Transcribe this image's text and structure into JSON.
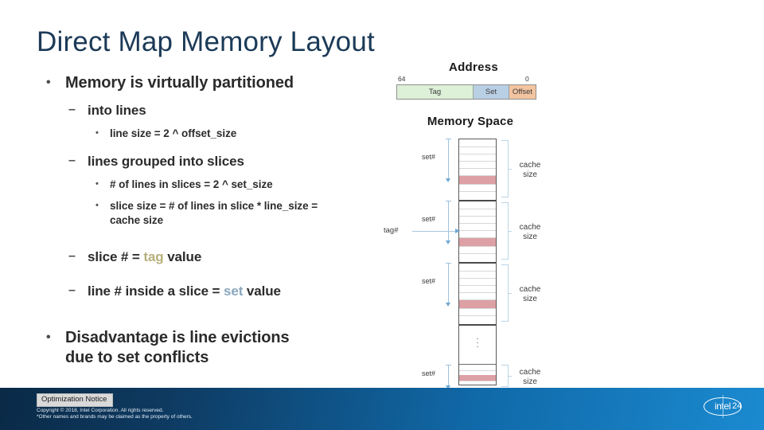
{
  "slide": {
    "title": "Direct Map Memory Layout",
    "page_number": "24"
  },
  "colors": {
    "title": "#1b3a57",
    "tag_keyword": "#b5b07a",
    "set_keyword": "#8aa7bd",
    "address_tag_fill": "#ddf0d8",
    "address_set_fill": "#b9cfe4",
    "address_offset_fill": "#f3c4a0",
    "highlight_line": "#dda0a4",
    "footer_gradient_start": "#0a2a47",
    "footer_gradient_end": "#1b8ad0"
  },
  "bullets": {
    "b1": "Memory is virtually partitioned",
    "b1_s1": "into lines",
    "b1_s1_i1": "line size = 2 ^ offset_size",
    "b1_s2": "lines grouped into slices",
    "b1_s2_i1": "# of lines in slices = 2 ^ set_size",
    "b1_s2_i2_line1": "slice size = # of lines in slice * line_size =",
    "b1_s2_i2_line2": "cache size",
    "b1_s3_pre": "slice # = ",
    "b1_s3_kw": "tag",
    "b1_s3_post": " value",
    "b1_s4_pre": "line # inside a slice = ",
    "b1_s4_kw": "set",
    "b1_s4_post": " value",
    "b2_line1": "Disadvantage is line evictions",
    "b2_line2": "due to set conflicts",
    "bullet_glyph_l1": "•",
    "bullet_glyph_l2": "–",
    "bullet_glyph_l3": "•"
  },
  "figure": {
    "address_title": "Address",
    "bit_high": "64",
    "bit_low": "0",
    "segments": [
      {
        "label": "Tag"
      },
      {
        "label": "Set"
      },
      {
        "label": "Offset"
      }
    ],
    "memory_space_title": "Memory Space",
    "tag_label": "tag#",
    "set_labels": [
      "set#",
      "set#",
      "set#",
      "set#"
    ],
    "cache_size_label_line1": "cache",
    "cache_size_label_line2": "size",
    "ellipsis_glyph": "·",
    "blocks": [
      {
        "set_label": "set#",
        "cache_label_1": "cache",
        "cache_label_2": "size"
      },
      {
        "set_label": "set#",
        "cache_label_1": "cache",
        "cache_label_2": "size"
      },
      {
        "set_label": "set#",
        "cache_label_1": "cache",
        "cache_label_2": "size"
      },
      {
        "set_label": "set#",
        "cache_label_1": "cache",
        "cache_label_2": "size"
      }
    ]
  },
  "footer": {
    "optimization_notice": "Optimization Notice",
    "copyright_line1": "Copyright ©  2018, Intel Corporation. All rights reserved.",
    "copyright_line2": "*Other names and brands may be claimed as the property of others.",
    "logo_text": "intel",
    "page_number": "24"
  }
}
